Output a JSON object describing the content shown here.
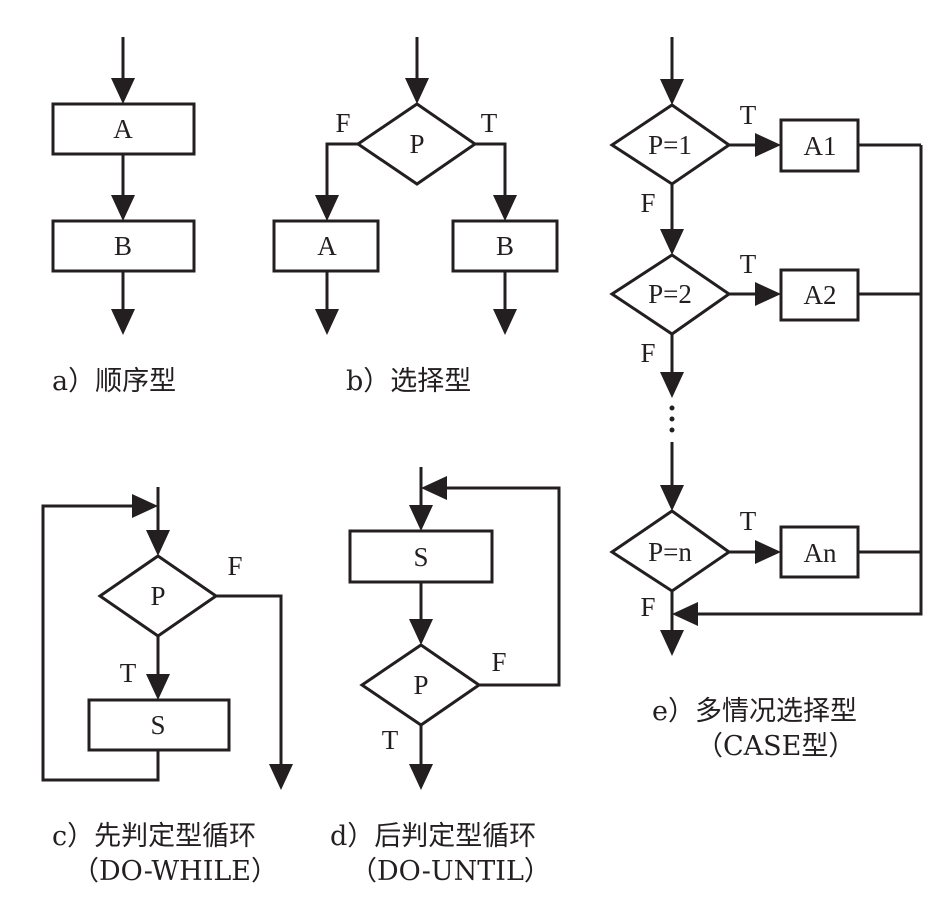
{
  "diagram": {
    "title": "Structured flowchart control structures",
    "colors": {
      "stroke": "#231f20",
      "background": "#ffffff"
    },
    "panels": {
      "a": {
        "caption": "a）顺序型",
        "nodes": {
          "box1": "A",
          "box2": "B"
        }
      },
      "b": {
        "caption": "b）选择型",
        "nodes": {
          "decision": "P",
          "false_box": "A",
          "true_box": "B"
        },
        "branch_labels": {
          "false": "F",
          "true": "T"
        }
      },
      "c": {
        "caption": "c）先判定型循环",
        "subcaption": "（DO-WHILE）",
        "nodes": {
          "decision": "P",
          "body": "S"
        },
        "branch_labels": {
          "false": "F",
          "true": "T"
        }
      },
      "d": {
        "caption": "d）后判定型循环",
        "subcaption": "（DO-UNTIL）",
        "nodes": {
          "body": "S",
          "decision": "P"
        },
        "branch_labels": {
          "false": "F",
          "true": "T"
        }
      },
      "e": {
        "caption": "e）多情况选择型",
        "subcaption": "（CASE型）",
        "cases": [
          {
            "condition": "P=1",
            "action": "A1",
            "true_label": "T",
            "false_label": "F"
          },
          {
            "condition": "P=2",
            "action": "A2",
            "true_label": "T",
            "false_label": "F"
          },
          {
            "condition": "P=n",
            "action": "An",
            "true_label": "T",
            "false_label": "F"
          }
        ],
        "ellipsis": "⋮"
      }
    }
  }
}
